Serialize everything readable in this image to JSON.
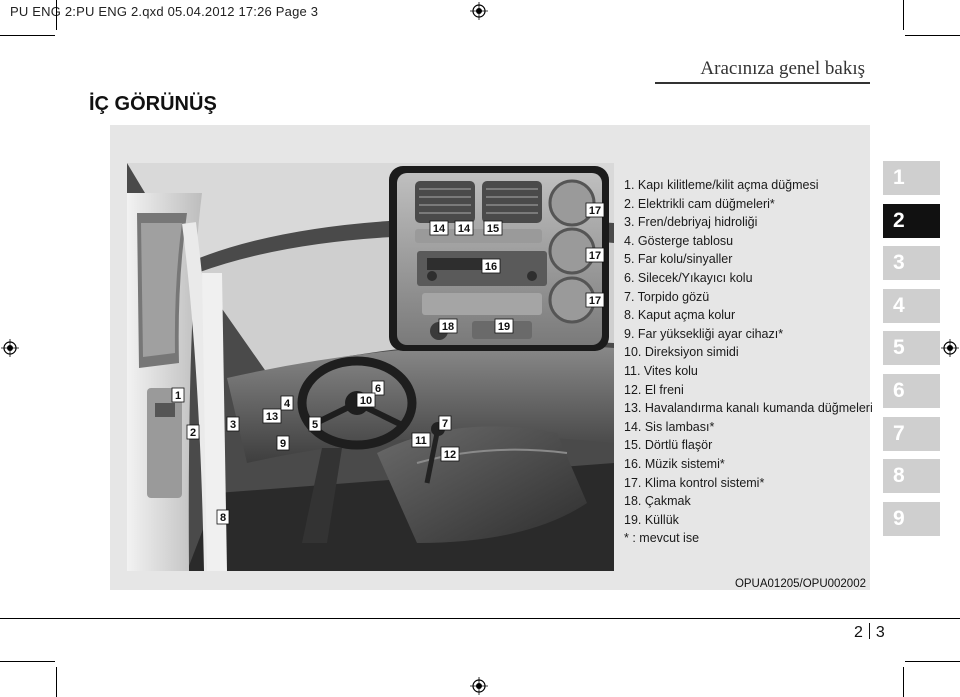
{
  "print_slug": "PU ENG 2:PU ENG 2.qxd  05.04.2012  17:26  Page 3",
  "section_title": "Aracınıza genel bakış",
  "page_heading": "İÇ GÖRÜNÜŞ",
  "legend": [
    "1. Kapı kilitleme/kilit açma düğmesi",
    "2. Elektrikli cam düğmeleri*",
    "3. Fren/debriyaj hidroliği",
    "4. Gösterge tablosu",
    "5. Far kolu/sinyaller",
    "6. Silecek/Yıkayıcı kolu",
    "7. Torpido gözü",
    "8. Kaput açma kolur",
    "9. Far yüksekliği ayar cihazı*",
    "10. Direksiyon simidi",
    "11. Vites kolu",
    "12. El freni",
    "13. Havalandırma kanalı kumanda düğmeleri",
    "14. Sis lambası*",
    "15. Dörtlü flaşör",
    "16. Müzik sistemi*",
    "17. Klima kontrol sistemi*",
    "18. Çakmak",
    "19. Küllük",
    "* : mevcut ise"
  ],
  "callouts": {
    "c1": "1",
    "c2": "2",
    "c3": "3",
    "c4": "4",
    "c5": "5",
    "c6": "6",
    "c7": "7",
    "c8": "8",
    "c9": "9",
    "c10": "10",
    "c11": "11",
    "c12": "12",
    "c13": "13",
    "c14a": "14",
    "c14b": "14",
    "c15": "15",
    "c16": "16",
    "c17a": "17",
    "c17b": "17",
    "c17c": "17",
    "c18": "18",
    "c19": "19"
  },
  "image_caption": "OPUA01205/OPU002002",
  "chapter_tabs": [
    "1",
    "2",
    "3",
    "4",
    "5",
    "6",
    "7",
    "8",
    "9"
  ],
  "active_tab": "2",
  "page_numbers": {
    "left": "2",
    "right": "3"
  },
  "colors": {
    "active_tab": "#111111",
    "inactive_tab": "#cfcfcf",
    "panel": "#e6e6e6"
  }
}
